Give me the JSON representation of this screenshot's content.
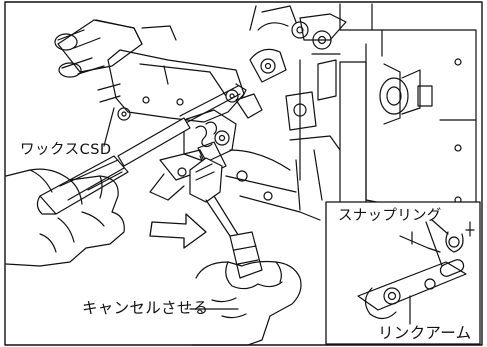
{
  "labels": {
    "wax_csd": "ワックスCSD",
    "snap_ring": "スナップリング",
    "cancel": "キャンセルさせる",
    "link_arm": "リンクアーム"
  }
}
